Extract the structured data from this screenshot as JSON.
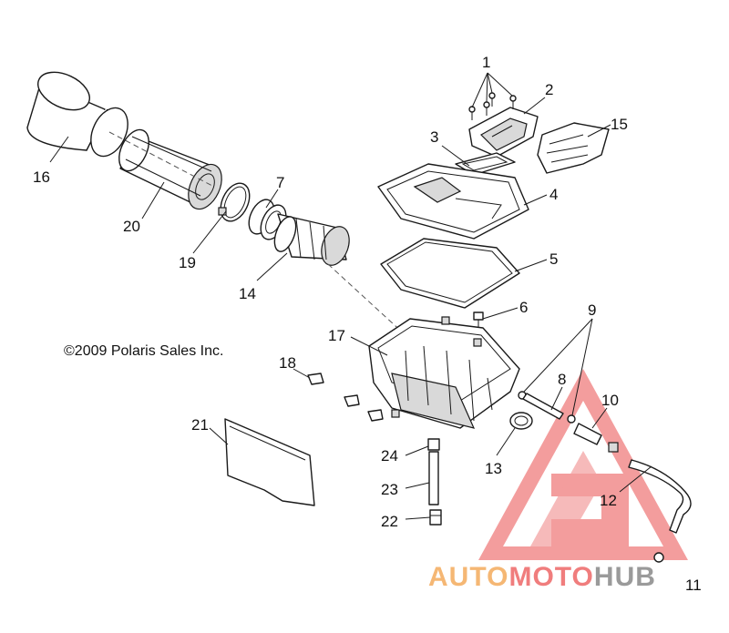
{
  "diagram": {
    "copyright": "©2009 Polaris Sales Inc.",
    "callouts": [
      {
        "id": "1",
        "label": "1"
      },
      {
        "id": "2",
        "label": "2"
      },
      {
        "id": "3",
        "label": "3"
      },
      {
        "id": "4",
        "label": "4"
      },
      {
        "id": "5",
        "label": "5"
      },
      {
        "id": "6",
        "label": "6"
      },
      {
        "id": "7",
        "label": "7"
      },
      {
        "id": "8",
        "label": "8"
      },
      {
        "id": "9",
        "label": "9"
      },
      {
        "id": "10",
        "label": "10"
      },
      {
        "id": "11",
        "label": "11"
      },
      {
        "id": "12",
        "label": "12"
      },
      {
        "id": "13",
        "label": "13"
      },
      {
        "id": "14",
        "label": "14"
      },
      {
        "id": "15",
        "label": "15"
      },
      {
        "id": "16",
        "label": "16"
      },
      {
        "id": "17",
        "label": "17"
      },
      {
        "id": "18",
        "label": "18"
      },
      {
        "id": "19",
        "label": "19"
      },
      {
        "id": "20",
        "label": "20"
      },
      {
        "id": "21",
        "label": "21"
      },
      {
        "id": "22",
        "label": "22"
      },
      {
        "id": "23",
        "label": "23"
      },
      {
        "id": "24",
        "label": "24"
      }
    ]
  },
  "watermark": {
    "part1": "AUTO",
    "part2": "MOTO",
    "part3": "HUB",
    "colors": {
      "auto": "#f5b774",
      "moto": "#f07d7d",
      "hub": "#9a9a9a",
      "triangle": "#f07d7d"
    }
  }
}
